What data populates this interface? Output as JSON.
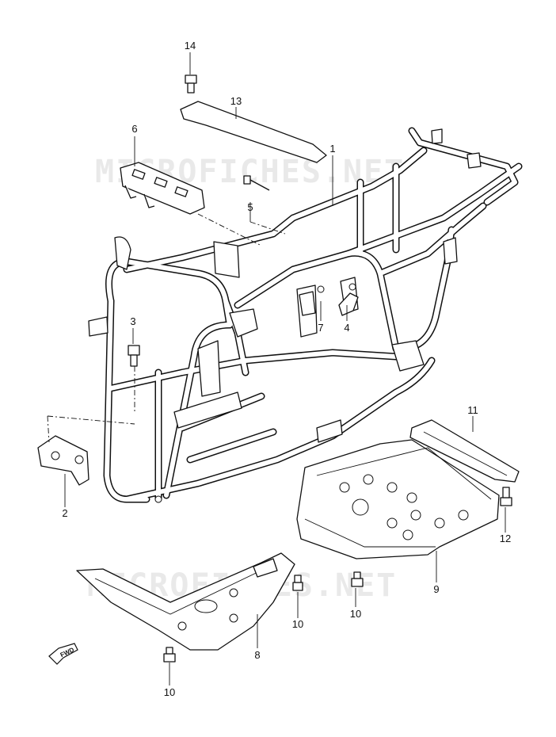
{
  "watermarks": [
    "MICROFICHES.NET",
    "MICROFICHES.NET"
  ],
  "fwd_label": "FWD",
  "callouts": [
    {
      "label": "14"
    },
    {
      "label": "13"
    },
    {
      "label": "6"
    },
    {
      "label": "1"
    },
    {
      "label": "5"
    },
    {
      "label": "3"
    },
    {
      "label": "7"
    },
    {
      "label": "4"
    },
    {
      "label": "2"
    },
    {
      "label": "11"
    },
    {
      "label": "12"
    },
    {
      "label": "9"
    },
    {
      "label": "10"
    },
    {
      "label": "10"
    },
    {
      "label": "8"
    },
    {
      "label": "10"
    }
  ]
}
